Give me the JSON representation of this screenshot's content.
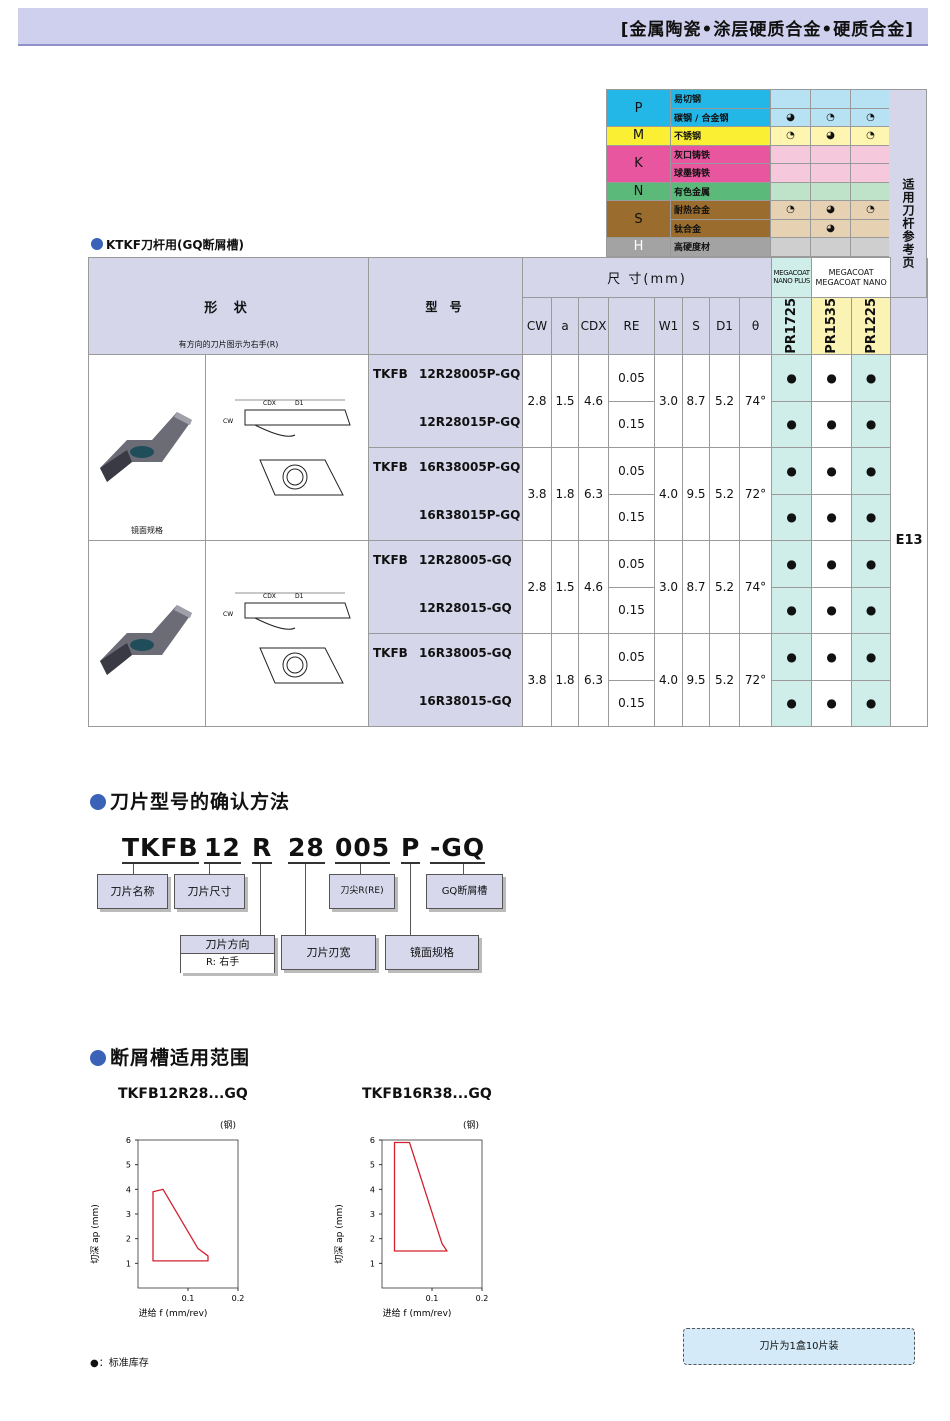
{
  "header": {
    "title": "[金属陶瓷•涂层硬质合金•硬质合金]"
  },
  "section1": {
    "title": "KTKF刀杆用(GQ断屑槽)"
  },
  "materials": {
    "rows": [
      {
        "letter": "P",
        "name": "易切钢",
        "color": "#23b7e8",
        "cells": [
          "",
          "",
          ""
        ]
      },
      {
        "letter": "",
        "name": "碳钢 / 合金钢",
        "color": "#23b7e8",
        "cells": [
          "◕",
          "◔",
          "◔"
        ]
      },
      {
        "letter": "M",
        "name": "不锈钢",
        "color": "#fbef33",
        "cells": [
          "◔",
          "◕",
          "◔"
        ]
      },
      {
        "letter": "K",
        "name": "灰口铸铁",
        "color": "#e8569f",
        "cells": [
          "",
          "",
          ""
        ]
      },
      {
        "letter": "",
        "name": "球墨铸铁",
        "color": "#e8569f",
        "cells": [
          "",
          "",
          ""
        ]
      },
      {
        "letter": "N",
        "name": "有色金属",
        "color": "#5bb97a",
        "cells": [
          "",
          "",
          ""
        ]
      },
      {
        "letter": "S",
        "name": "耐热合金",
        "color": "#9a6d2e",
        "cells": [
          "◔",
          "◕",
          "◔"
        ]
      },
      {
        "letter": "",
        "name": "钛合金",
        "color": "#9a6d2e",
        "cells": [
          "",
          "◕",
          ""
        ]
      },
      {
        "letter": "H",
        "name": "高硬度材",
        "color": "#a3a3a3",
        "cells": [
          "",
          "",
          ""
        ]
      }
    ],
    "side_label": "适用刀杆参考页"
  },
  "table": {
    "shape_header": "形 状",
    "shape_note": "有方向的刀片图示为右手(R)",
    "model_header": "型 号",
    "dim_header": "尺 寸(mm)",
    "dim_cols": [
      "CW",
      "a",
      "CDX",
      "RE",
      "W1",
      "S",
      "D1",
      "θ"
    ],
    "coat_plus": "MEGACOAT NANO PLUS",
    "coat_nano": "MEGACOAT MEGACOAT NANO",
    "grades": [
      "PR1725",
      "PR1535",
      "PR1225"
    ],
    "mirror_note": "镜面规格",
    "ref_page": "E13",
    "groups": [
      {
        "prefix": "TKFB",
        "models": [
          "12R28005P-GQ",
          "12R28015P-GQ"
        ],
        "cw": "2.8",
        "a": "1.5",
        "cdx": "4.6",
        "re": [
          "0.05",
          "0.15"
        ],
        "w1": "3.0",
        "s": "8.7",
        "d1": "5.2",
        "theta": "74°"
      },
      {
        "prefix": "TKFB",
        "models": [
          "16R38005P-GQ",
          "16R38015P-GQ"
        ],
        "cw": "3.8",
        "a": "1.8",
        "cdx": "6.3",
        "re": [
          "0.05",
          "0.15"
        ],
        "w1": "4.0",
        "s": "9.5",
        "d1": "5.2",
        "theta": "72°"
      },
      {
        "prefix": "TKFB",
        "models": [
          "12R28005-GQ",
          "12R28015-GQ"
        ],
        "cw": "2.8",
        "a": "1.5",
        "cdx": "4.6",
        "re": [
          "0.05",
          "0.15"
        ],
        "w1": "3.0",
        "s": "8.7",
        "d1": "5.2",
        "theta": "74°"
      },
      {
        "prefix": "TKFB",
        "models": [
          "16R38005-GQ",
          "16R38015-GQ"
        ],
        "cw": "3.8",
        "a": "1.8",
        "cdx": "6.3",
        "re": [
          "0.05",
          "0.15"
        ],
        "w1": "4.0",
        "s": "9.5",
        "d1": "5.2",
        "theta": "72°"
      }
    ],
    "stock_mark": "●"
  },
  "section2": {
    "title": "刀片型号的确认方法",
    "code_parts": [
      "TKFB",
      "12",
      "R",
      "28",
      "005",
      "P",
      "-GQ"
    ],
    "labels": {
      "name": "刀片名称",
      "size": "刀片尺寸",
      "re": "刀尖R(RE)",
      "gq": "GQ断屑槽",
      "dir": "刀片方向",
      "dir_r": "R: 右手",
      "width": "刀片刃宽",
      "mirror": "镜面规格"
    }
  },
  "section3": {
    "title": "断屑槽适用范围",
    "chart_data": [
      {
        "type": "area",
        "title": "TKFB12R28...GQ",
        "material": "(钢)",
        "xlabel": "进给 f (mm/rev)",
        "ylabel": "切深 ap (mm)",
        "xlim": [
          0,
          0.2
        ],
        "ylim": [
          0,
          6
        ],
        "xticks": [
          "0.1",
          "0.2"
        ],
        "yticks": [
          "1",
          "2",
          "3",
          "4",
          "5",
          "6"
        ],
        "region": [
          [
            0.03,
            1.2
          ],
          [
            0.03,
            3.9
          ],
          [
            0.05,
            4.0
          ],
          [
            0.12,
            1.6
          ],
          [
            0.14,
            1.3
          ],
          [
            0.14,
            1.1
          ],
          [
            0.03,
            1.1
          ]
        ]
      },
      {
        "type": "area",
        "title": "TKFB16R38...GQ",
        "material": "(钢)",
        "xlabel": "进给 f (mm/rev)",
        "ylabel": "切深 ap (mm)",
        "xlim": [
          0,
          0.2
        ],
        "ylim": [
          0,
          6
        ],
        "xticks": [
          "0.1",
          "0.2"
        ],
        "yticks": [
          "1",
          "2",
          "3",
          "4",
          "5",
          "6"
        ],
        "region": [
          [
            0.025,
            1.5
          ],
          [
            0.025,
            5.9
          ],
          [
            0.055,
            5.9
          ],
          [
            0.12,
            1.8
          ],
          [
            0.13,
            1.5
          ],
          [
            0.025,
            1.5
          ]
        ]
      }
    ]
  },
  "footer": {
    "stock_note": "●：标准库存",
    "pack_note": "刀片为1盒10片装"
  }
}
